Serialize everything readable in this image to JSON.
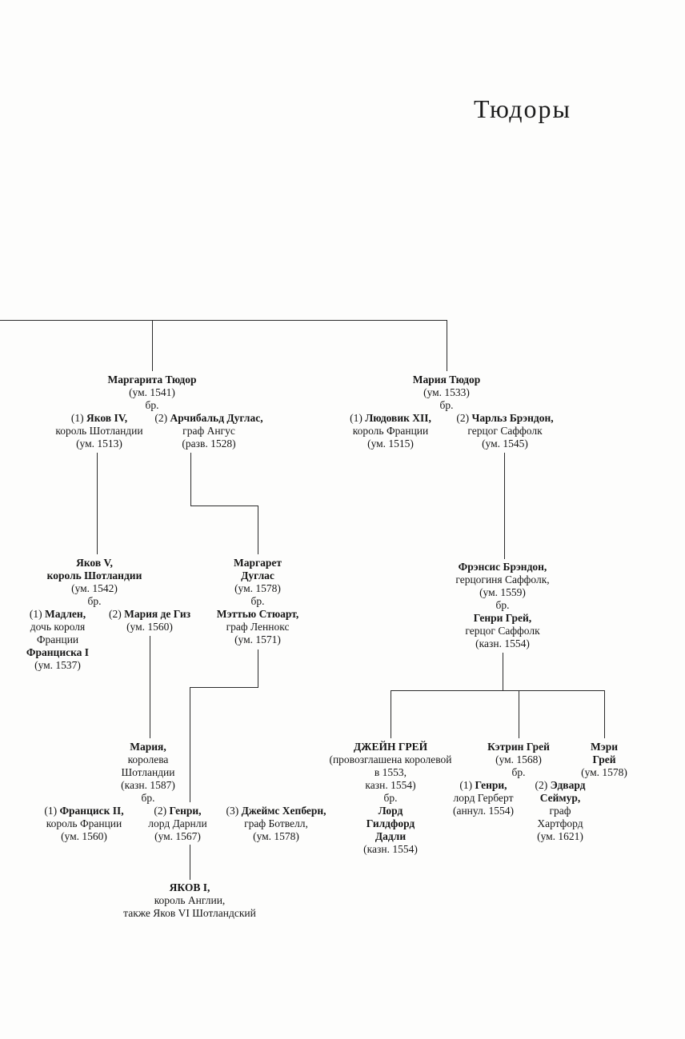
{
  "page": {
    "title": "Тюдоры"
  },
  "labels": {
    "marriage": "бр."
  },
  "nodes": {
    "margarita": {
      "name": "Маргарита Тюдор",
      "death": "(ум. 1541)",
      "spouse1": {
        "num": "(1)",
        "name": "Яков IV,",
        "title": "король Шотландии",
        "note": "(ум. 1513)"
      },
      "spouse2": {
        "num": "(2)",
        "name": "Арчибальд Дуглас,",
        "title": "граф Ангус",
        "note": "(разв. 1528)"
      }
    },
    "maria_tudor": {
      "name": "Мария Тюдор",
      "death": "(ум. 1533)",
      "spouse1": {
        "num": "(1)",
        "name": "Людовик XII,",
        "title": "король Франции",
        "note": "(ум. 1515)"
      },
      "spouse2": {
        "num": "(2)",
        "name": "Чарльз Брэндон,",
        "title": "герцог Саффолк",
        "note": "(ум. 1545)"
      }
    },
    "yakov5": {
      "name1": "Яков V,",
      "name2": "король Шотландии",
      "death": "(ум. 1542)",
      "spouse1": {
        "num": "(1)",
        "name": "Мадлен,",
        "line1": "дочь короля",
        "line2": "Франции",
        "name2": "Франциска I",
        "note": "(ум. 1537)"
      },
      "spouse2": {
        "num": "(2)",
        "name": "Мария де Гиз",
        "note": "(ум. 1560)"
      }
    },
    "margaret_douglas": {
      "name1": "Маргарет",
      "name2": "Дуглас",
      "death": "(ум. 1578)",
      "spouse_name": "Мэттью Стюарт,",
      "spouse_title": "граф Леннокс",
      "spouse_note": "(ум. 1571)"
    },
    "frances_brandon": {
      "name": "Фрэнсис Брэндон,",
      "title": "герцогиня Саффолк,",
      "death": "(ум. 1559)",
      "spouse_name": "Генри Грей,",
      "spouse_title": "герцог Саффолк",
      "spouse_note": "(казн. 1554)"
    },
    "maria_stuart": {
      "name": "Мария,",
      "title1": "королева",
      "title2": "Шотландии",
      "death": "(казн. 1587)",
      "spouse1": {
        "num": "(1)",
        "name": "Франциск II,",
        "title": "король Франции",
        "note": "(ум. 1560)"
      },
      "spouse2": {
        "num": "(2)",
        "name": "Генри,",
        "title": "лорд Дарнли",
        "note": "(ум. 1567)"
      },
      "spouse3": {
        "num": "(3)",
        "name": "Джеймс Хепберн,",
        "title": "граф Ботвелл,",
        "note": "(ум. 1578)"
      }
    },
    "jane_grey": {
      "name": "ДЖЕЙН ГРЕЙ",
      "note1": "(провозглашена королевой",
      "note2": "в 1553,",
      "note3": "казн. 1554)",
      "spouse_name1": "Лорд",
      "spouse_name2": "Гилдфорд",
      "spouse_name3": "Дадли",
      "spouse_note": "(казн. 1554)"
    },
    "katherine_grey": {
      "name": "Кэтрин Грей",
      "death": "(ум. 1568)",
      "spouse1": {
        "num": "(1)",
        "name": "Генри,",
        "title": "лорд Герберт",
        "note": "(аннул. 1554)"
      },
      "spouse2": {
        "num": "(2)",
        "name": "Эдвард",
        "name2": "Сеймур,",
        "title1": "граф",
        "title2": "Хартфорд",
        "note": "(ум. 1621)"
      }
    },
    "mary_grey": {
      "name1": "Мэри",
      "name2": "Грей",
      "death": "(ум. 1578)"
    },
    "yakov1": {
      "name": "ЯКОВ I,",
      "title": "король Англии,",
      "note": "также Яков VI Шотландский"
    }
  }
}
